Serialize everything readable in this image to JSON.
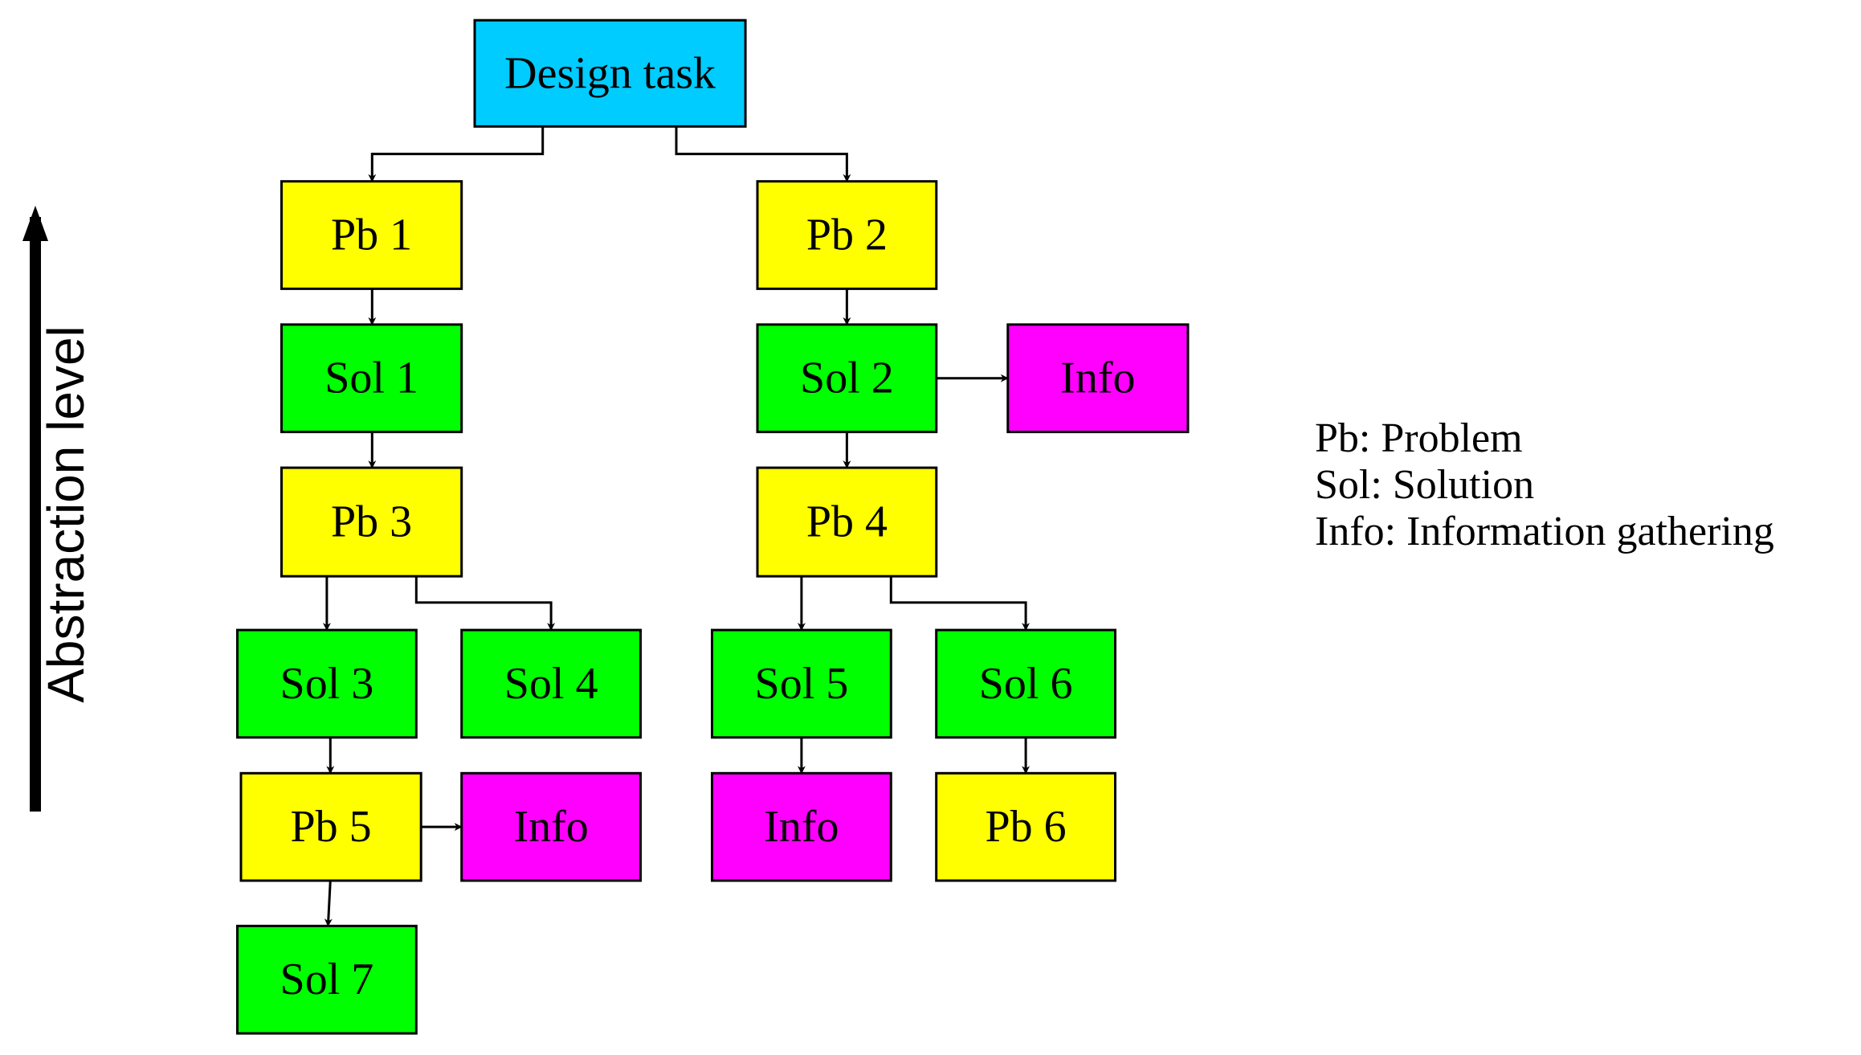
{
  "colors": {
    "task": "#00ccff",
    "problem": "#ffff00",
    "solution": "#00ff00",
    "info": "#ff00ff",
    "stroke": "#000000"
  },
  "axis": {
    "label": "Abstraction level"
  },
  "nodes": [
    {
      "id": "design-task",
      "label": "Design task",
      "kind": "task"
    },
    {
      "id": "pb1",
      "label": "Pb 1",
      "kind": "problem"
    },
    {
      "id": "pb2",
      "label": "Pb 2",
      "kind": "problem"
    },
    {
      "id": "sol1",
      "label": "Sol 1",
      "kind": "solution"
    },
    {
      "id": "sol2",
      "label": "Sol 2",
      "kind": "solution"
    },
    {
      "id": "info-sol2",
      "label": "Info",
      "kind": "info"
    },
    {
      "id": "pb3",
      "label": "Pb 3",
      "kind": "problem"
    },
    {
      "id": "pb4",
      "label": "Pb 4",
      "kind": "problem"
    },
    {
      "id": "sol3",
      "label": "Sol 3",
      "kind": "solution"
    },
    {
      "id": "sol4",
      "label": "Sol 4",
      "kind": "solution"
    },
    {
      "id": "sol5",
      "label": "Sol 5",
      "kind": "solution"
    },
    {
      "id": "sol6",
      "label": "Sol 6",
      "kind": "solution"
    },
    {
      "id": "pb5",
      "label": "Pb 5",
      "kind": "problem"
    },
    {
      "id": "info-pb5",
      "label": "Info",
      "kind": "info"
    },
    {
      "id": "info-sol5",
      "label": "Info",
      "kind": "info"
    },
    {
      "id": "pb6",
      "label": "Pb 6",
      "kind": "problem"
    },
    {
      "id": "sol7",
      "label": "Sol 7",
      "kind": "solution"
    }
  ],
  "edges": [
    {
      "from": "design-task",
      "to": "pb1"
    },
    {
      "from": "design-task",
      "to": "pb2"
    },
    {
      "from": "pb1",
      "to": "sol1"
    },
    {
      "from": "pb2",
      "to": "sol2"
    },
    {
      "from": "sol2",
      "to": "info-sol2"
    },
    {
      "from": "sol1",
      "to": "pb3"
    },
    {
      "from": "sol2",
      "to": "pb4"
    },
    {
      "from": "pb3",
      "to": "sol3"
    },
    {
      "from": "pb3",
      "to": "sol4"
    },
    {
      "from": "pb4",
      "to": "sol5"
    },
    {
      "from": "pb4",
      "to": "sol6"
    },
    {
      "from": "sol3",
      "to": "pb5"
    },
    {
      "from": "pb5",
      "to": "info-pb5"
    },
    {
      "from": "sol5",
      "to": "info-sol5"
    },
    {
      "from": "sol6",
      "to": "pb6"
    },
    {
      "from": "pb5",
      "to": "sol7"
    }
  ],
  "legend": [
    "Pb: Problem",
    "Sol: Solution",
    "Info: Information gathering"
  ]
}
